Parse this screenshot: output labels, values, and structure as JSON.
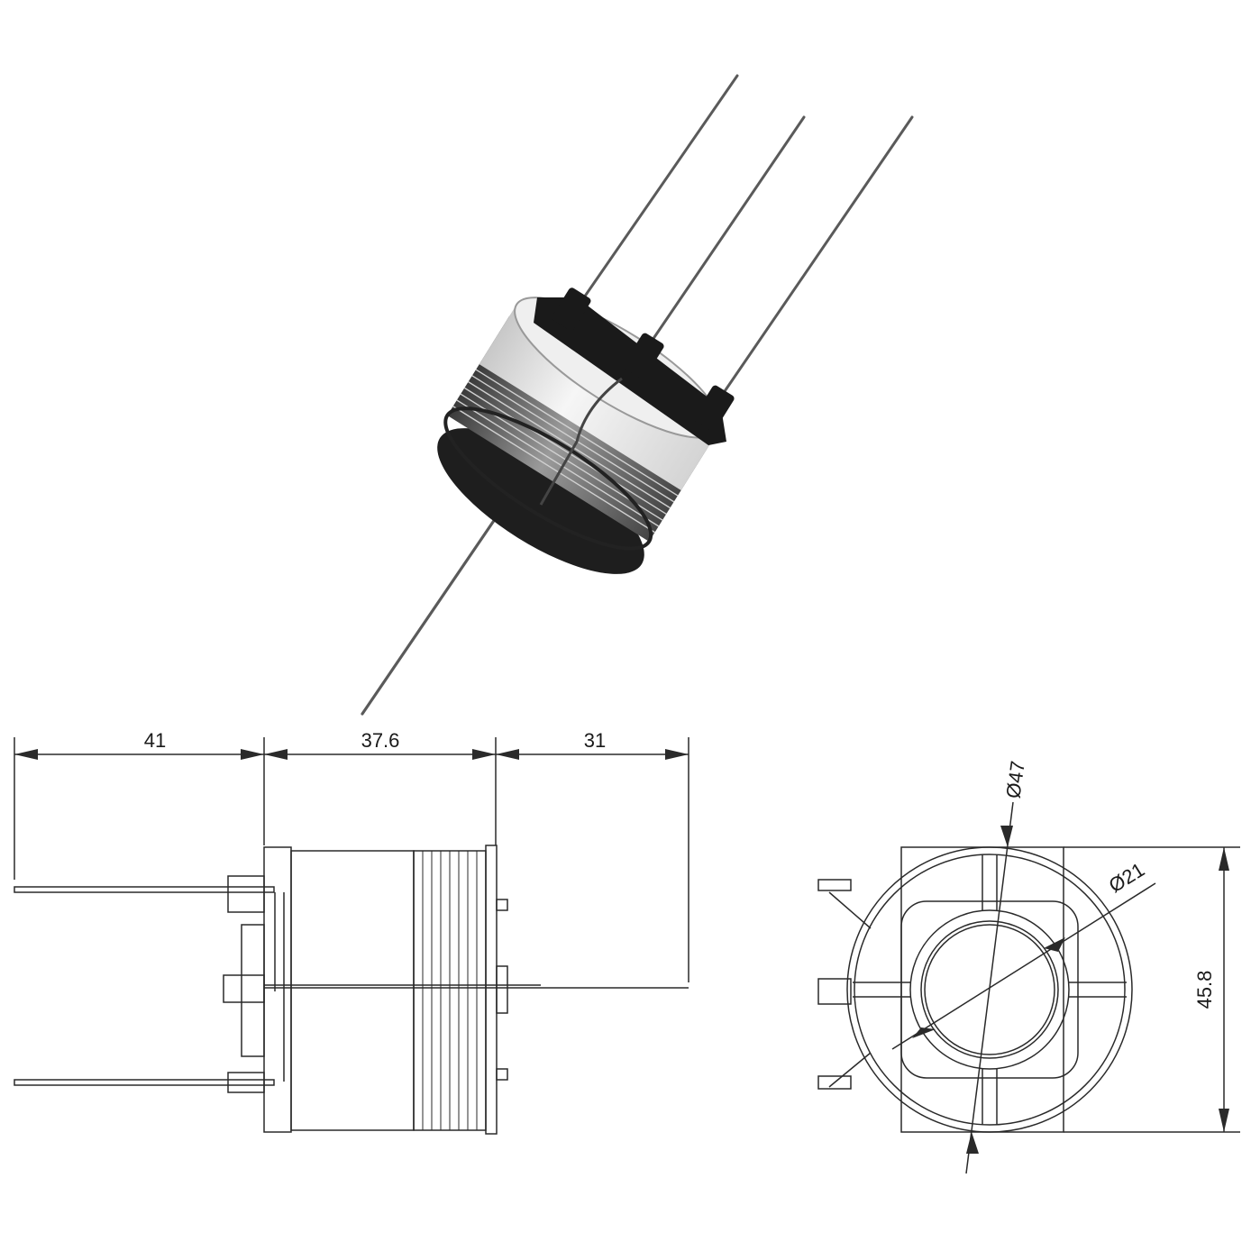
{
  "figure": {
    "photo": {
      "subject": "solenoid-coil"
    },
    "side_view": {
      "dims": {
        "lead_left": "41",
        "body_length": "37.6",
        "lead_right": "31"
      }
    },
    "end_view": {
      "dims": {
        "outer_diameter": "Ø47",
        "inner_diameter": "Ø21",
        "height": "45.8"
      }
    },
    "colors": {
      "line": "#2a2a2a",
      "photo_dark": "#1e1e1e",
      "photo_tape": "#e9e9e9",
      "wire": "#555555"
    }
  }
}
